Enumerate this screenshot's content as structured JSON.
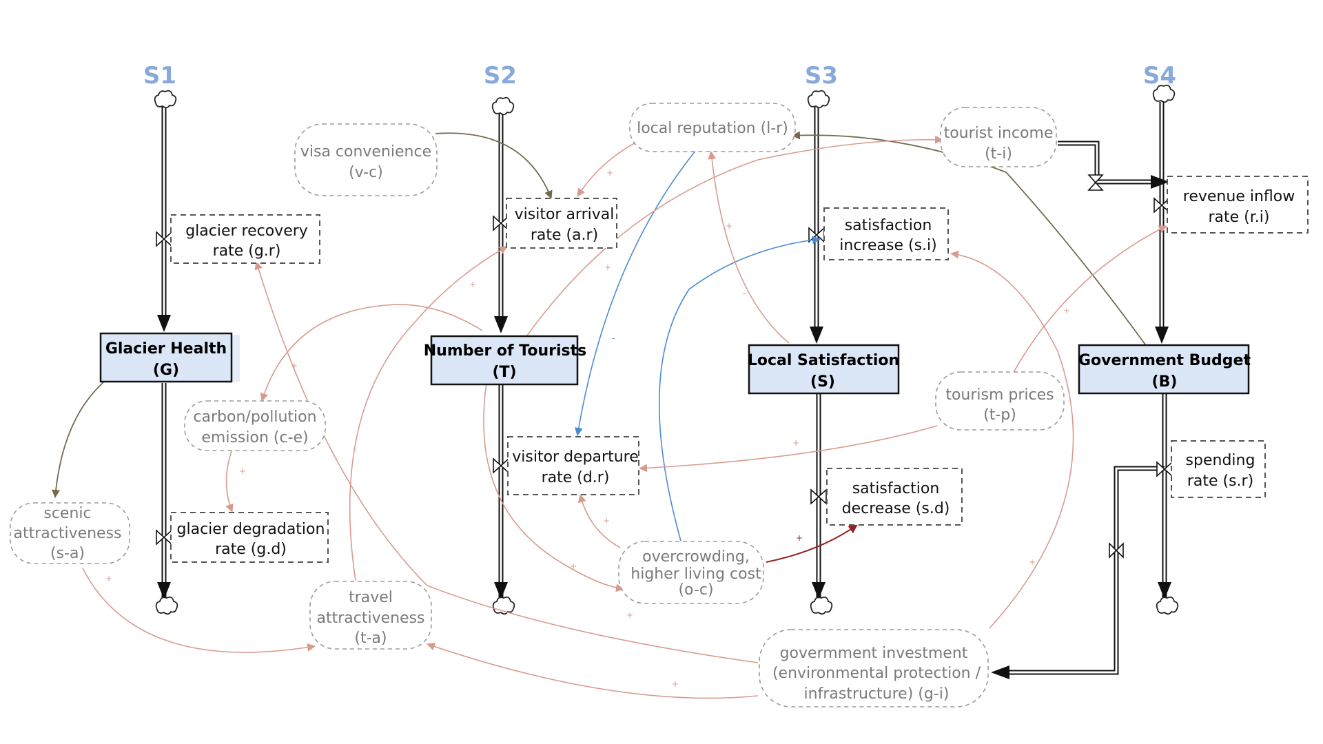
{
  "sectors": {
    "s1": "S1",
    "s2": "S2",
    "s3": "S3",
    "s4": "S4"
  },
  "stocks": {
    "glacier_health": {
      "line1": "Glacier Health",
      "line2": "(G)"
    },
    "number_of_tourists": {
      "line1": "Number of Tourists",
      "line2": "(T)"
    },
    "local_satisfaction": {
      "line1": "Local Satisfaction",
      "line2": "(S)"
    },
    "government_budget": {
      "line1": "Government Budget",
      "line2": "(B)"
    }
  },
  "rates": {
    "glacier_recovery": {
      "line1": "glacier recovery",
      "line2": "rate (g.r)"
    },
    "glacier_degradation": {
      "line1": "glacier degradation",
      "line2": "rate (g.d)"
    },
    "visitor_arrival": {
      "line1": "visitor arrival",
      "line2": "rate (a.r)"
    },
    "visitor_departure": {
      "line1": "visitor departure",
      "line2": "rate (d.r)"
    },
    "satisfaction_increase": {
      "line1": "satisfaction",
      "line2": "increase (s.i)"
    },
    "satisfaction_decrease": {
      "line1": "satisfaction",
      "line2": "decrease (s.d)"
    },
    "revenue_inflow": {
      "line1": "revenue inflow",
      "line2": "rate (r.i)"
    },
    "spending": {
      "line1": "spending",
      "line2": "rate (s.r)"
    }
  },
  "auxiliaries": {
    "visa_convenience": {
      "line1": "visa convenience",
      "line2": "(v-c)"
    },
    "local_reputation": {
      "line1": "local reputation (l-r)"
    },
    "tourist_income": {
      "line1": "tourist income",
      "line2": "(t-i)"
    },
    "carbon_pollution": {
      "line1": "carbon/pollution",
      "line2": "emission (c-e)"
    },
    "scenic_attractiveness": {
      "line1": "scenic",
      "line2": "attractiveness",
      "line3": "(s-a)"
    },
    "travel_attractiveness": {
      "line1": "travel",
      "line2": "attractiveness",
      "line3": "(t-a)"
    },
    "overcrowding": {
      "line1": "overcrowding,",
      "line2": "higher living cost",
      "line3": "(o-c)"
    },
    "tourism_prices": {
      "line1": "tourism prices",
      "line2": "(t-p)"
    },
    "government_investment": {
      "line1": "govermment investment",
      "line2": "(environmental protection /",
      "line3": "infrastructure) (g-i)"
    }
  },
  "polarity": {
    "plus": "+",
    "minus": "-"
  },
  "colors": {
    "sector_label": "#87a9dc",
    "stock_fill": "#dbe6f6",
    "link_positive": "#d99a8e",
    "link_olive": "#746a4b",
    "link_negative": "#4a8bd0",
    "link_strong": "#9a1f1f"
  }
}
